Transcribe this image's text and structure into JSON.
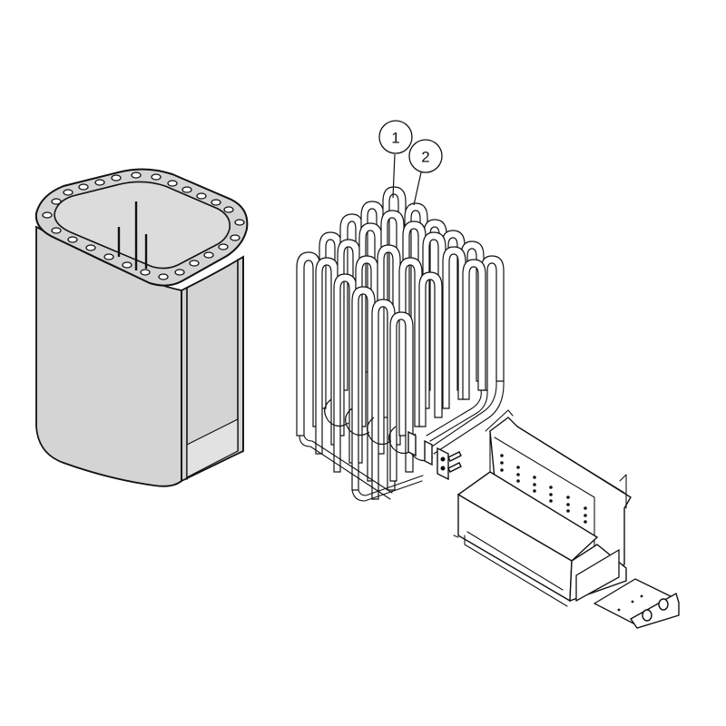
{
  "diagram": {
    "type": "exploded-view technical drawing",
    "subject": "sauna heater assembly",
    "background_color": "#ffffff",
    "line_color": "#111111",
    "casing_fill_color": "#d4d4d4",
    "parts": [
      {
        "id": "stone-casing",
        "description": "outer stone holder casing with perforated top rim"
      },
      {
        "id": "heating-elements",
        "description": "array of U-shaped tubular heating elements with terminal block"
      },
      {
        "id": "base-housing",
        "description": "sheet-metal base / electrical housing with perforations"
      },
      {
        "id": "control-plate",
        "description": "small front plate with two round openings"
      }
    ],
    "callouts": [
      {
        "label": "1",
        "target": "heating element (front row)"
      },
      {
        "label": "2",
        "target": "heating element (second row)"
      }
    ]
  }
}
